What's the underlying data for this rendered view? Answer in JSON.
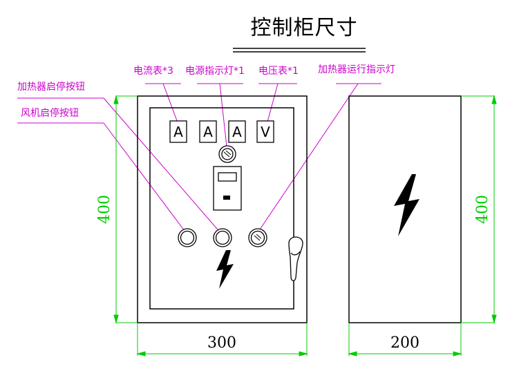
{
  "title": "控制柜尺寸",
  "labels": {
    "ammeter": "电流表*3",
    "power_light": "电源指示灯*1",
    "voltmeter": "电压表*1",
    "heater_run_light": "加热器运行指示灯",
    "heater_button": "加热器启停按钮",
    "fan_button": "风机启停按钮"
  },
  "meters": [
    "A",
    "A",
    "A",
    "V"
  ],
  "dimensions": {
    "front_height": "400",
    "front_width": "300",
    "side_height": "400",
    "side_depth": "200"
  },
  "colors": {
    "label": "#cc00cc",
    "dimension_line": "#00cc00",
    "outline": "#000000"
  },
  "icons": [
    "lightning-icon",
    "handle-icon",
    "indicator-light-icon",
    "push-button-icon"
  ]
}
